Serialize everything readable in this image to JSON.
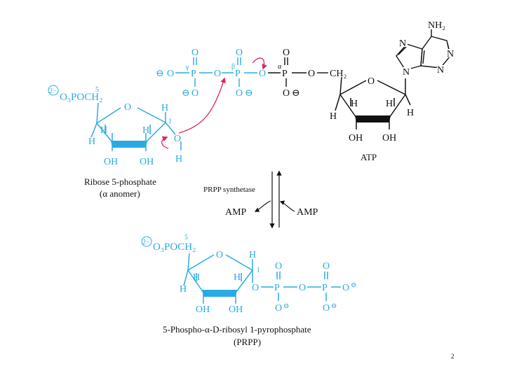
{
  "colors": {
    "accent": "#29abe2",
    "ink": "#111111",
    "arrow": "#e0245e"
  },
  "ribose": {
    "group": "O₃POCH₂",
    "charge": "2−",
    "position": "5",
    "ring_o": "O",
    "h_top": "H",
    "h1": "H",
    "h2": "H",
    "h3": "H",
    "oh_left": "OH",
    "oh_right": "OH",
    "anomeric_o": "O",
    "anomeric_h": "H",
    "carbon_number": "1",
    "name": "Ribose 5-phosphate",
    "anomer": "(α anomer)"
  },
  "atp": {
    "p_gamma": "P",
    "p_beta": "P",
    "p_alpha": "P",
    "gamma": "γ",
    "beta": "β",
    "alpha": "α",
    "oxygen": "O",
    "minus": "⊖",
    "ch2": "CH₂",
    "ring_o": "O",
    "h": "H",
    "oh": "OH",
    "nh2": "NH₂",
    "n": "N",
    "label": "ATP"
  },
  "reaction": {
    "enzyme": "PRPP synthetase",
    "amp_left": "AMP",
    "amp_right": "AMP"
  },
  "prpp": {
    "group": "O₃POCH₂",
    "charge": "2−",
    "position": "5",
    "ring_o": "O",
    "h": "H",
    "oh": "OH",
    "o": "O",
    "p": "P",
    "minus": "⊖",
    "carbon_number": "1",
    "name": "5-Phospho-α-D-ribosyl 1-pyrophosphate",
    "abbrev": "(PRPP)"
  },
  "page_number": "2"
}
